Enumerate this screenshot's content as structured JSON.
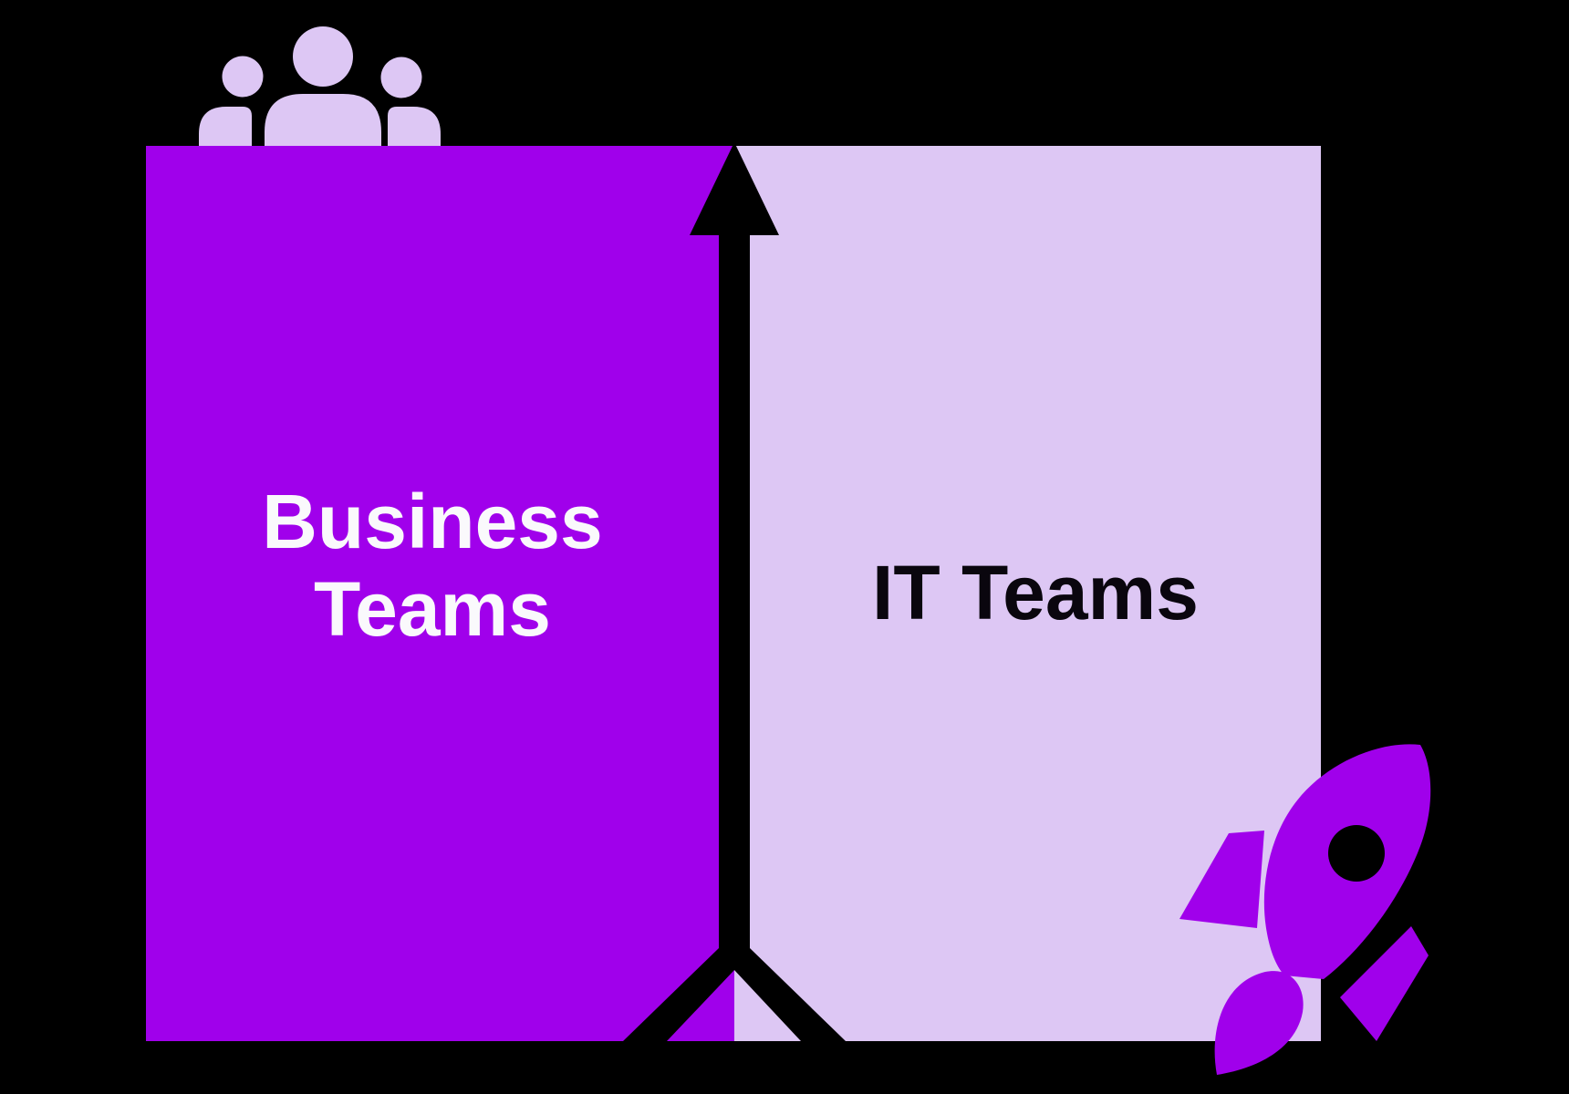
{
  "diagram": {
    "background": "#000000",
    "panels": {
      "business": {
        "label": "Business Teams",
        "fill": "#A000EB",
        "text_color": "#FAF9FC"
      },
      "it": {
        "label": "IT Teams",
        "fill": "#DDC7F4",
        "text_color": "#0A060E"
      }
    },
    "arrow": {
      "direction": "up",
      "color": "#000000"
    },
    "icons": {
      "team_icon_color": "#DDC7F4",
      "rocket_icon_color": "#A000EB",
      "rocket_window_color": "#000000"
    }
  }
}
